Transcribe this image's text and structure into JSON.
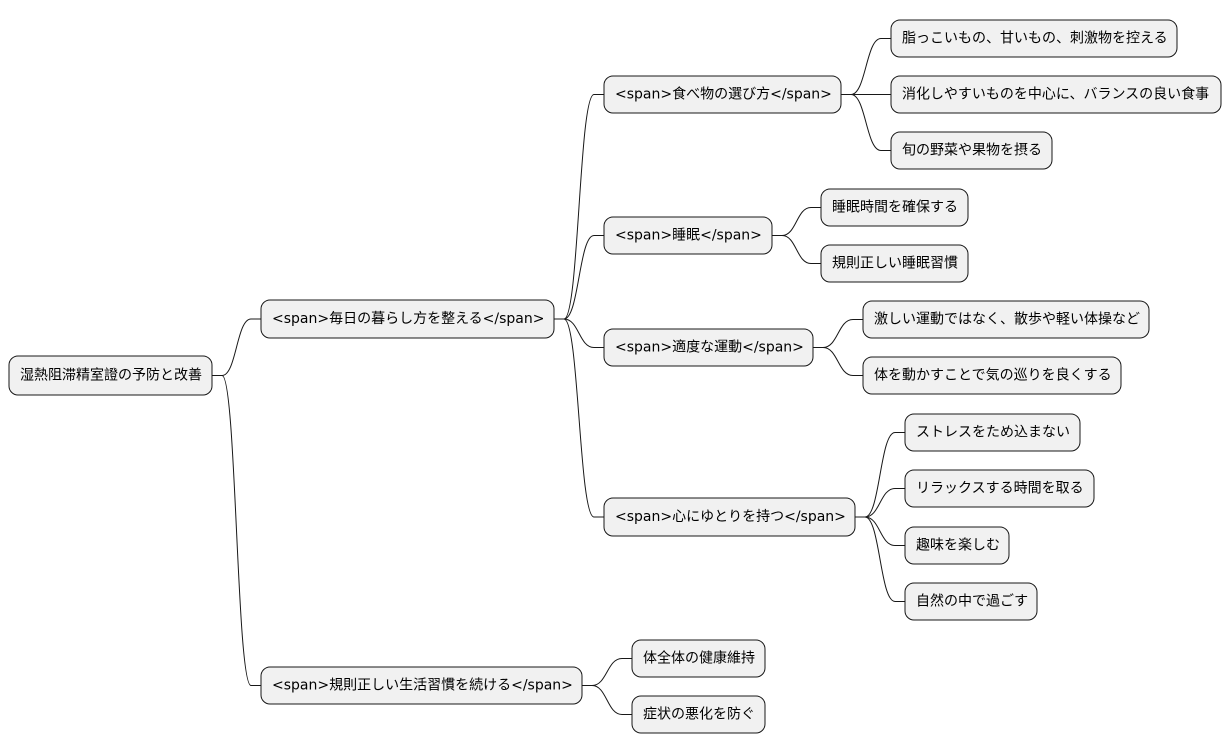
{
  "root": {
    "label": "湿熱阻滞精室證の予防と改善",
    "children": [
      {
        "label": "<span>毎日の暮らし方を整える</span>",
        "children": [
          {
            "label": "<span>食べ物の選び方</span>",
            "children": [
              {
                "label": "脂っこいもの、甘いもの、刺激物を控える"
              },
              {
                "label": "消化しやすいものを中心に、バランスの良い食事"
              },
              {
                "label": "旬の野菜や果物を摂る"
              }
            ]
          },
          {
            "label": "<span>睡眠</span>",
            "children": [
              {
                "label": "睡眠時間を確保する"
              },
              {
                "label": "規則正しい睡眠習慣"
              }
            ]
          },
          {
            "label": "<span>適度な運動</span>",
            "children": [
              {
                "label": "激しい運動ではなく、散歩や軽い体操など"
              },
              {
                "label": "体を動かすことで気の巡りを良くする"
              }
            ]
          },
          {
            "label": "<span>心にゆとりを持つ</span>",
            "children": [
              {
                "label": "ストレスをため込まない"
              },
              {
                "label": "リラックスする時間を取る"
              },
              {
                "label": "趣味を楽しむ"
              },
              {
                "label": "自然の中で過ごす"
              }
            ]
          }
        ]
      },
      {
        "label": "<span>規則正しい生活習慣を続ける</span>",
        "children": [
          {
            "label": "体全体の健康維持"
          },
          {
            "label": "症状の悪化を防ぐ"
          }
        ]
      }
    ]
  }
}
